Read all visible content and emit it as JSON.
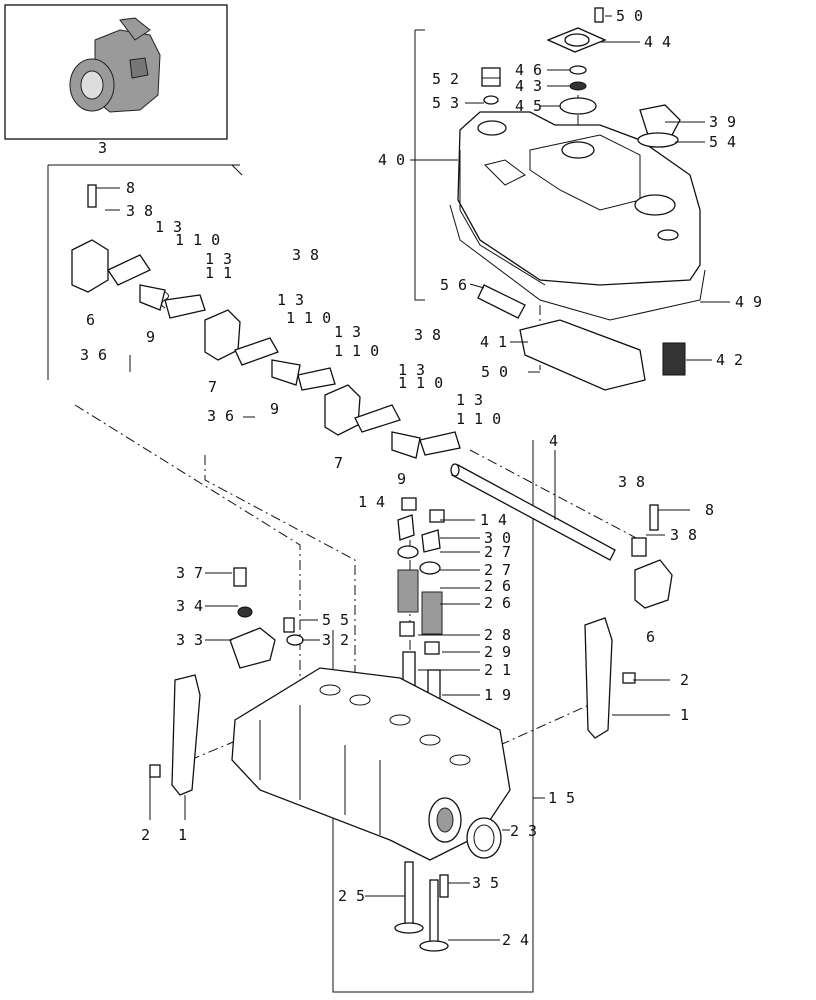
{
  "diagram": {
    "callouts": [
      {
        "id": "c3",
        "text": "3"
      },
      {
        "id": "c8a",
        "text": "8"
      },
      {
        "id": "c38a",
        "text": "3 8"
      },
      {
        "id": "c13a",
        "text": "1 3"
      },
      {
        "id": "c110a",
        "text": "1 1 0"
      },
      {
        "id": "c13b",
        "text": "1 3"
      },
      {
        "id": "c11a",
        "text": "1 1"
      },
      {
        "id": "c38b",
        "text": "3 8"
      },
      {
        "id": "c6a",
        "text": "6"
      },
      {
        "id": "c9a",
        "text": "9"
      },
      {
        "id": "c13c",
        "text": "1 3"
      },
      {
        "id": "c110b",
        "text": "1 1 0"
      },
      {
        "id": "c13d",
        "text": "1 3"
      },
      {
        "id": "c110c",
        "text": "1 1 0"
      },
      {
        "id": "c38c",
        "text": "3 8"
      },
      {
        "id": "c36a",
        "text": "3 6"
      },
      {
        "id": "c7a",
        "text": "7"
      },
      {
        "id": "c36b",
        "text": "3 6"
      },
      {
        "id": "c9b",
        "text": "9"
      },
      {
        "id": "c13e",
        "text": "1 3"
      },
      {
        "id": "c110d",
        "text": "1 1 0"
      },
      {
        "id": "c13f",
        "text": "1 3"
      },
      {
        "id": "c110e",
        "text": "1 1 0"
      },
      {
        "id": "c7b",
        "text": "7"
      },
      {
        "id": "c9c",
        "text": "9"
      },
      {
        "id": "c50a",
        "text": "5 0"
      },
      {
        "id": "c44",
        "text": "4 4"
      },
      {
        "id": "c52",
        "text": "5 2"
      },
      {
        "id": "c46",
        "text": "4 6"
      },
      {
        "id": "c43",
        "text": "4 3"
      },
      {
        "id": "c53",
        "text": "5 3"
      },
      {
        "id": "c45",
        "text": "4 5"
      },
      {
        "id": "c39",
        "text": "3 9"
      },
      {
        "id": "c54",
        "text": "5 4"
      },
      {
        "id": "c40",
        "text": "4 0"
      },
      {
        "id": "c56",
        "text": "5 6"
      },
      {
        "id": "c49",
        "text": "4 9"
      },
      {
        "id": "c41",
        "text": "4 1"
      },
      {
        "id": "c42",
        "text": "4 2"
      },
      {
        "id": "c50b",
        "text": "5 0"
      },
      {
        "id": "c4",
        "text": "4"
      },
      {
        "id": "c14a",
        "text": "1 4"
      },
      {
        "id": "c14b",
        "text": "1 4"
      },
      {
        "id": "c30",
        "text": "3 0"
      },
      {
        "id": "c27a",
        "text": "2 7"
      },
      {
        "id": "c27b",
        "text": "2 7"
      },
      {
        "id": "c26a",
        "text": "2 6"
      },
      {
        "id": "c26b",
        "text": "2 6"
      },
      {
        "id": "c28",
        "text": "2 8"
      },
      {
        "id": "c29",
        "text": "2 9"
      },
      {
        "id": "c21",
        "text": "2 1"
      },
      {
        "id": "c19",
        "text": "1 9"
      },
      {
        "id": "c15",
        "text": "1 5"
      },
      {
        "id": "c23",
        "text": "2 3"
      },
      {
        "id": "c25",
        "text": "2 5"
      },
      {
        "id": "c35",
        "text": "3 5"
      },
      {
        "id": "c24",
        "text": "2 4"
      },
      {
        "id": "c37",
        "text": "3 7"
      },
      {
        "id": "c34",
        "text": "3 4"
      },
      {
        "id": "c33",
        "text": "3 3"
      },
      {
        "id": "c55",
        "text": "5 5"
      },
      {
        "id": "c32",
        "text": "3 2"
      },
      {
        "id": "c38d",
        "text": "3 8"
      },
      {
        "id": "c8b",
        "text": "8"
      },
      {
        "id": "c38e",
        "text": "3 8"
      },
      {
        "id": "c6b",
        "text": "6"
      },
      {
        "id": "c2a",
        "text": "2"
      },
      {
        "id": "c1a",
        "text": "1"
      },
      {
        "id": "c2b",
        "text": "2"
      },
      {
        "id": "c1b",
        "text": "1"
      }
    ]
  },
  "colors": {
    "line": "#111111",
    "fill": "#ffffff",
    "shade": "#9a9a9a"
  }
}
